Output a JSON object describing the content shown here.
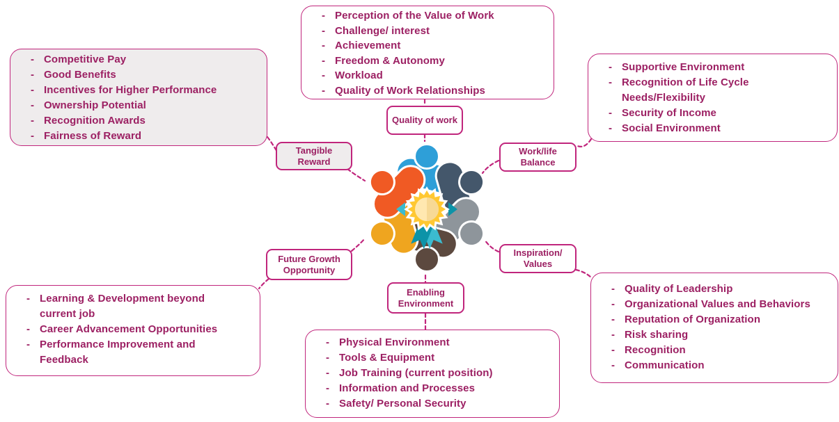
{
  "colors": {
    "border_accent": "#C0257C",
    "text": "#9C2063",
    "gray_fill": "#EFECED",
    "white_fill": "#FFFFFF"
  },
  "center_graphic": {
    "name": "team-circle-with-award-badge",
    "person_colors": [
      "#2E9FD8",
      "#44576B",
      "#8E959B",
      "#5C493F",
      "#EFA51F",
      "#F05A24"
    ],
    "badge": {
      "star": "#FFC832",
      "star_center": "#FFE8B0",
      "star_center_shade": "#F4D48C",
      "ribbon_light": "#3BBBD0",
      "ribbon_dark": "#0D93A8"
    }
  },
  "categories": [
    {
      "id": "tangible-reward",
      "label": "Tangible Reward",
      "items": [
        "Competitive Pay",
        "Good Benefits",
        "Incentives for Higher Performance",
        "Ownership Potential",
        "Recognition Awards",
        "Fairness of Reward"
      ]
    },
    {
      "id": "quality-of-work",
      "label": "Quality of work",
      "items": [
        "Perception of the Value of Work",
        "Challenge/ interest",
        "Achievement",
        "Freedom & Autonomy",
        "Workload",
        "Quality of Work Relationships"
      ]
    },
    {
      "id": "work-life-balance",
      "label": "Work/life Balance",
      "items": [
        "Supportive Environment",
        "Recognition of Life Cycle Needs/Flexibility",
        "Security of Income",
        "Social Environment"
      ]
    },
    {
      "id": "future-growth-opportunity",
      "label": "Future Growth Opportunity",
      "items": [
        "Learning & Development beyond current job",
        "Career Advancement Opportunities",
        "Performance Improvement and Feedback"
      ]
    },
    {
      "id": "enabling-environment",
      "label": "Enabling Environment",
      "items": [
        "Physical Environment",
        "Tools & Equipment",
        "Job Training (current position)",
        "Information and Processes",
        "Safety/ Personal Security"
      ]
    },
    {
      "id": "inspiration-values",
      "label": "Inspiration/ Values",
      "items": [
        "Quality of Leadership",
        "Organizational Values and Behaviors",
        "Reputation of Organization",
        "Risk sharing",
        "Recognition",
        "Communication"
      ]
    }
  ]
}
